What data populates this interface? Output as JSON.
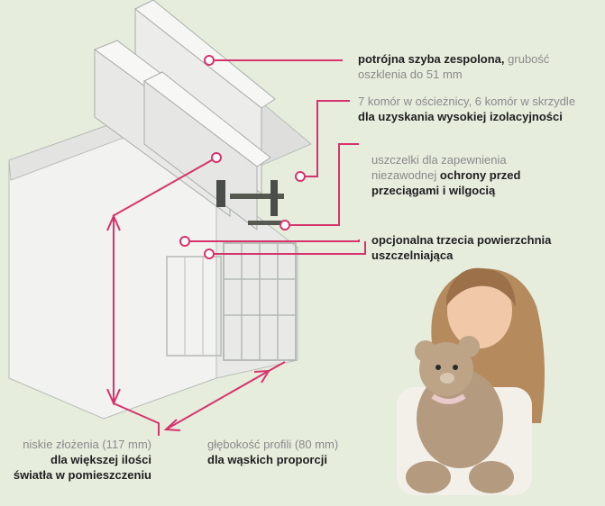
{
  "colors": {
    "background": "#e6eddd",
    "leader": "#d6336c",
    "window_profile": "#f4f4f2",
    "grey_text": "#8a8a8a"
  },
  "labels": {
    "glass": {
      "bold": "potrójna szyba zespolona,",
      "grey_1": "grubość",
      "grey_2": "oszklenia do 51 mm"
    },
    "chambers": {
      "grey": "7 komór w ościeżnicy, 6 komór w skrzydle",
      "bold": "dla uzyskania wysokiej izolacyjności"
    },
    "seals": {
      "grey_1": "uszczelki dla zapewnienia",
      "grey_2": "niezawodnej",
      "bold_1": "ochrony przed",
      "bold_2": "przeciągami i wilgocią"
    },
    "third_seal": {
      "bold_1": "opcjonalna trzecia powierzchnia",
      "bold_2": "uszczelniająca"
    },
    "low_height": {
      "grey": "niskie złożenia (117 mm)",
      "bold_1": "dla większej ilości",
      "bold_2": "światła w pomieszczeniu"
    },
    "depth": {
      "grey": "głębokość profili (80 mm)",
      "bold": "dla wąskich proporcji"
    }
  },
  "figures": {
    "window_profile": "window-profile-cross-section",
    "child": "girl-holding-teddy-bear"
  }
}
